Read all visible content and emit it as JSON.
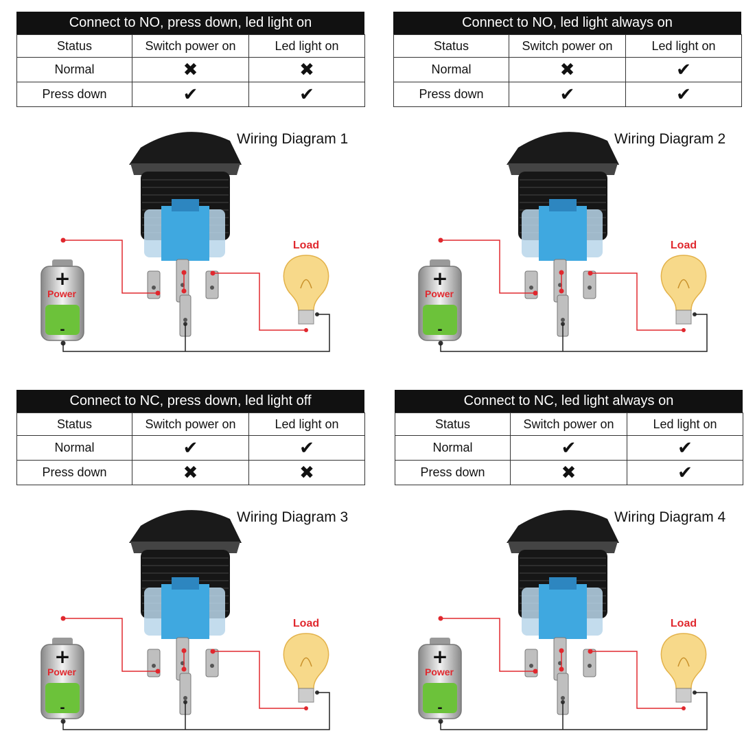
{
  "panels": [
    {
      "table_title": "Connect to NO, press down, led light on",
      "headers": [
        "Status",
        "Switch power on",
        "Led light on"
      ],
      "rows": [
        {
          "label": "Normal",
          "switch": "cross",
          "led": "cross"
        },
        {
          "label": "Press down",
          "switch": "check",
          "led": "check"
        }
      ],
      "diagram_title": "Wiring Diagram 1",
      "power_label": "Power",
      "load_label": "Load"
    },
    {
      "table_title": "Connect to NO, led light always on",
      "headers": [
        "Status",
        "Switch power on",
        "Led light on"
      ],
      "rows": [
        {
          "label": "Normal",
          "switch": "cross",
          "led": "check"
        },
        {
          "label": "Press down",
          "switch": "check",
          "led": "check"
        }
      ],
      "diagram_title": "Wiring Diagram 2",
      "power_label": "Power",
      "load_label": "Load"
    },
    {
      "table_title": "Connect to NC, press down, led light off",
      "headers": [
        "Status",
        "Switch power on",
        "Led light on"
      ],
      "rows": [
        {
          "label": "Normal",
          "switch": "check",
          "led": "check"
        },
        {
          "label": "Press down",
          "switch": "cross",
          "led": "cross"
        }
      ],
      "diagram_title": "Wiring Diagram 3",
      "power_label": "Power",
      "load_label": "Load"
    },
    {
      "table_title": "Connect to NC, led light always on",
      "headers": [
        "Status",
        "Switch power on",
        "Led light on"
      ],
      "rows": [
        {
          "label": "Normal",
          "switch": "check",
          "led": "check"
        },
        {
          "label": "Press down",
          "switch": "cross",
          "led": "check"
        }
      ],
      "diagram_title": "Wiring Diagram 4",
      "power_label": "Power",
      "load_label": "Load"
    }
  ],
  "battery_symbols": {
    "plus": "+",
    "minus": "-"
  },
  "mark_glyphs": {
    "check": "✔",
    "cross": "✖"
  },
  "colors": {
    "title_bar": "#111111",
    "wire_red": "#e0282e",
    "wire_black": "#222222",
    "battery_green": "#6cc23a",
    "switch_blue": "#3fa8e0",
    "bulb_yellow": "#f7d98a",
    "label_red": "#e0282e"
  }
}
